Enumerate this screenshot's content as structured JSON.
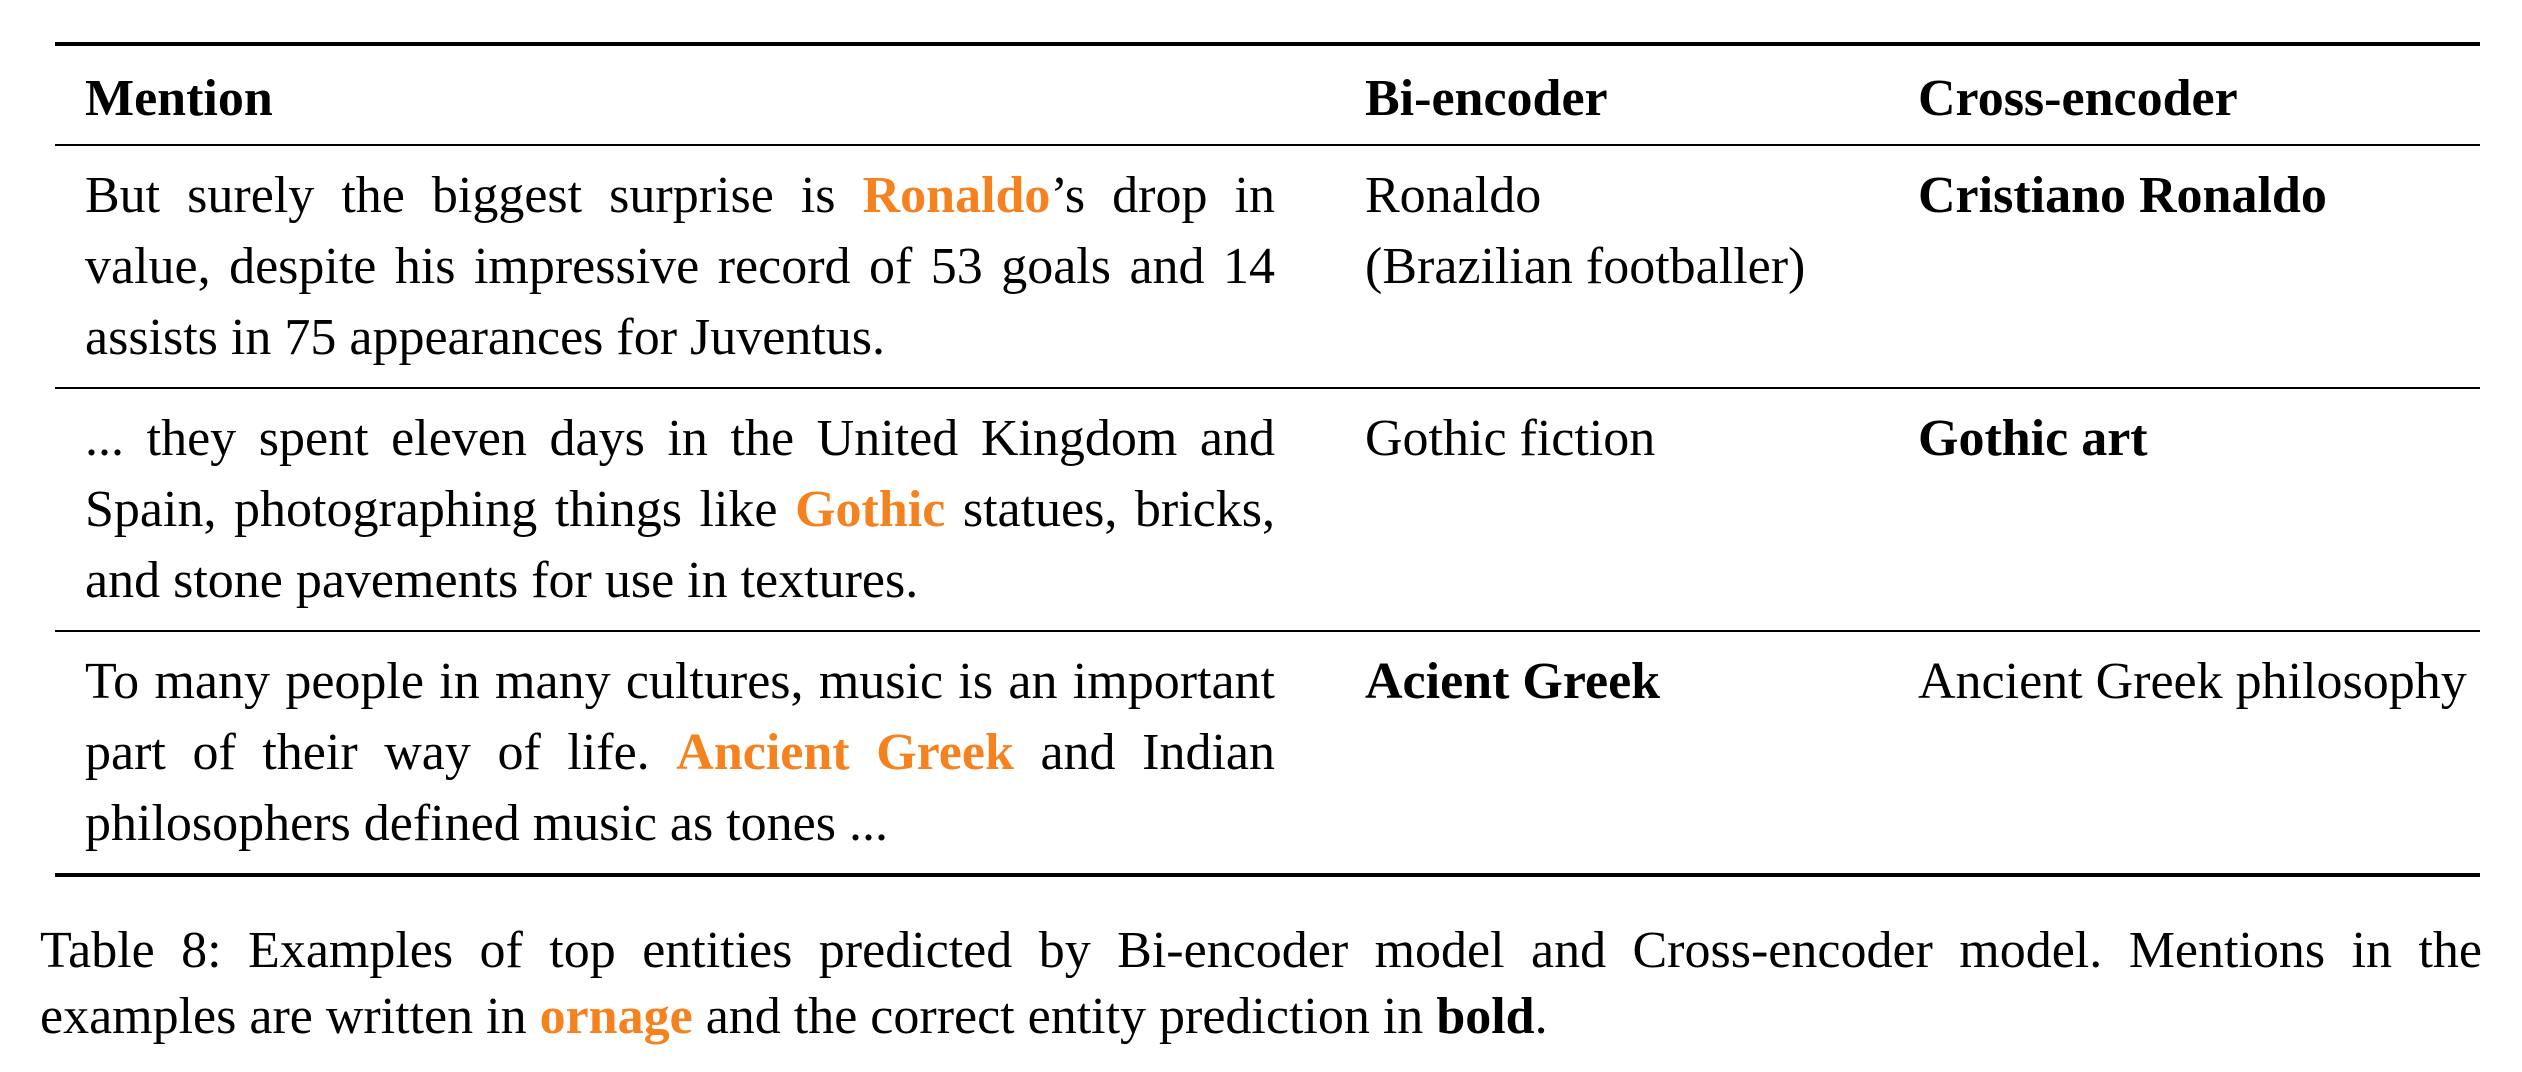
{
  "table": {
    "headers": {
      "mention": "Mention",
      "bi_encoder": "Bi-encoder",
      "cross_encoder": "Cross-encoder"
    },
    "rows": [
      {
        "mention_before": "But surely the biggest surprise is ",
        "mention_span": "Ronaldo",
        "mention_after": "’s drop in value, despite his impressive record of 53 goals and 14 assists in 75 appearances for Juventus.",
        "bi_line1": "Ronaldo",
        "bi_line2": "(Brazilian footballer)",
        "cross": "Cristiano Ronaldo"
      },
      {
        "mention_before": "... they spent eleven days in the United Kingdom and Spain, photographing things like ",
        "mention_span": "Gothic",
        "mention_after": " statues, bricks, and stone pavements for use in textures.",
        "bi": "Gothic fiction",
        "cross": "Gothic art"
      },
      {
        "mention_before": "To many people in many cultures, music is an im­portant part of their way of life. ",
        "mention_span": "Ancient Greek",
        "mention_after": " and Indian philosophers defined music as tones ...",
        "bi": "Acient Greek",
        "cross": "Ancient Greek philosophy"
      }
    ]
  },
  "caption": {
    "line1": "Table 8: Examples of top entities predicted by Bi-encoder model and Cross-encoder model.  Mentions in the",
    "line2_before": "examples are written in ",
    "line2_orange": "ornage",
    "line2_middle": " and the correct entity prediction in ",
    "line2_bold": "bold",
    "line2_after": "."
  },
  "colors": {
    "mention_highlight": "#F5811F",
    "text": "#000000",
    "background": "#FFFFFF"
  }
}
